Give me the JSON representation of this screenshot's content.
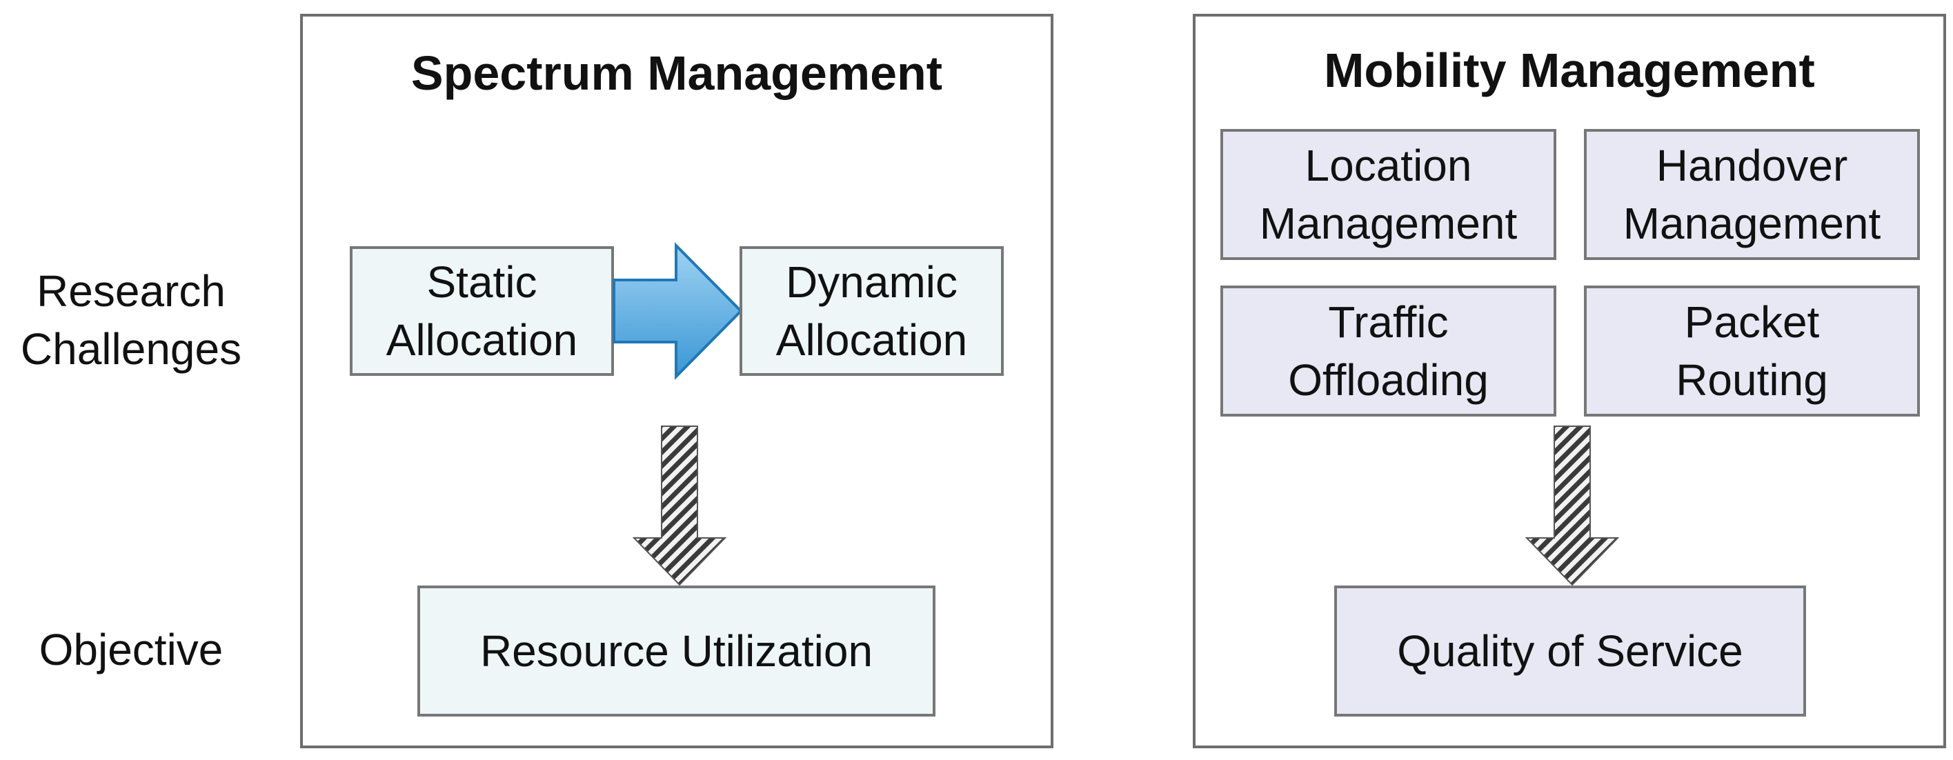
{
  "row_labels": {
    "research_challenges": [
      "Research",
      "Challenges"
    ],
    "objective": "Objective"
  },
  "spectrum": {
    "title": "Spectrum Management",
    "static": [
      "Static",
      "Allocation"
    ],
    "dynamic": [
      "Dynamic",
      "Allocation"
    ],
    "objective": "Resource Utilization"
  },
  "mobility": {
    "title": "Mobility Management",
    "location": [
      "Location",
      "Management"
    ],
    "handover": [
      "Handover",
      "Management"
    ],
    "traffic": [
      "Traffic",
      "Offloading"
    ],
    "packet": [
      "Packet",
      "Routing"
    ],
    "objective": "Quality of Service"
  },
  "colors": {
    "border": "#6e6e6e",
    "blue_box": "#eef6f8",
    "lavender_box": "#e8e8f4",
    "blue_arrow": "#4aa3da"
  }
}
